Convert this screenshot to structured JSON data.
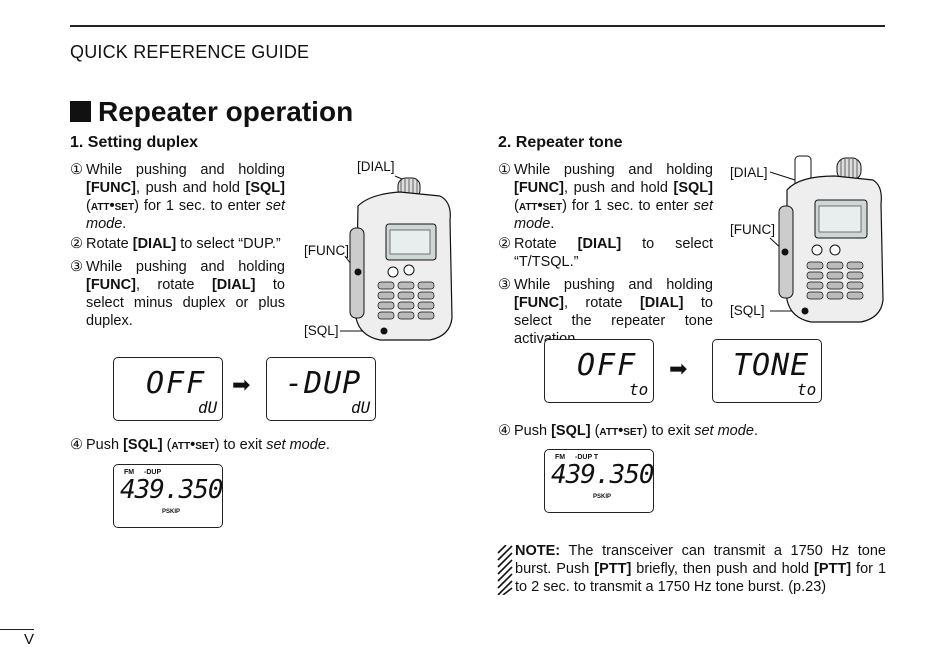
{
  "header": {
    "guide_title": "QUICK REFERENCE GUIDE"
  },
  "section": {
    "title": "Repeater operation"
  },
  "left": {
    "heading": "1. Setting duplex",
    "callouts": {
      "dial": "[DIAL]",
      "func": "[FUNC]",
      "sql": "[SQL]"
    },
    "steps": [
      {
        "num": "①",
        "parts": [
          "While pushing and holding ",
          "[FUNC]",
          ", push and hold ",
          "[SQL]",
          " (",
          "att•set",
          ") for 1 sec. to enter ",
          "set mode",
          "."
        ]
      },
      {
        "num": "②",
        "parts": [
          "Rotate ",
          "[DIAL]",
          " to select “DUP.”"
        ]
      },
      {
        "num": "③",
        "parts": [
          "While pushing and holding ",
          "[FUNC]",
          ", rotate ",
          "[DIAL]",
          " to select minus duplex or plus duplex."
        ]
      },
      {
        "num": "④",
        "parts": [
          "Push ",
          "[SQL]",
          " (",
          "att•set",
          ") to exit ",
          "set mode",
          "."
        ]
      }
    ],
    "lcd1": {
      "main": "OFF",
      "sub": "dU"
    },
    "lcd2": {
      "main": "-DUP",
      "sub": "dU"
    },
    "lcd3": {
      "fm": "FM",
      "dup": "-DUP",
      "freq": "439.350",
      "pskip": "PSKIP"
    }
  },
  "right": {
    "heading": "2. Repeater tone",
    "callouts": {
      "dial": "[DIAL]",
      "func": "[FUNC]",
      "sql": "[SQL]"
    },
    "steps": [
      {
        "num": "①",
        "parts": [
          "While pushing and holding ",
          "[FUNC]",
          ", push and hold ",
          "[SQL]",
          " (",
          "att•set",
          ") for 1 sec. to enter ",
          "set mode",
          "."
        ]
      },
      {
        "num": "②",
        "parts": [
          "Rotate ",
          "[DIAL]",
          " to select “T/TSQL.”"
        ]
      },
      {
        "num": "③",
        "parts": [
          "While pushing and holding ",
          "[FUNC]",
          ", rotate ",
          "[DIAL]",
          " to select the repeater tone activation."
        ]
      },
      {
        "num": "④",
        "parts": [
          "Push ",
          "[SQL]",
          " (",
          "att•set",
          ") to exit ",
          "set mode",
          "."
        ]
      }
    ],
    "lcd1": {
      "main": "OFF",
      "sub": "to"
    },
    "lcd2": {
      "main": "TONE",
      "sub": "to"
    },
    "lcd3": {
      "fm": "FM",
      "dup": "-DUP T",
      "freq": "439.350",
      "pskip": "PSKIP"
    }
  },
  "arrow": "➡",
  "note": {
    "label": "NOTE:",
    "parts": [
      " The transceiver can transmit a 1750 Hz tone burst. Push ",
      "[PTT]",
      " briefly, then push and hold ",
      "[PTT]",
      " for 1 to 2 sec. to transmit a 1750 Hz tone burst. (p.23)"
    ]
  },
  "page_number": "V"
}
